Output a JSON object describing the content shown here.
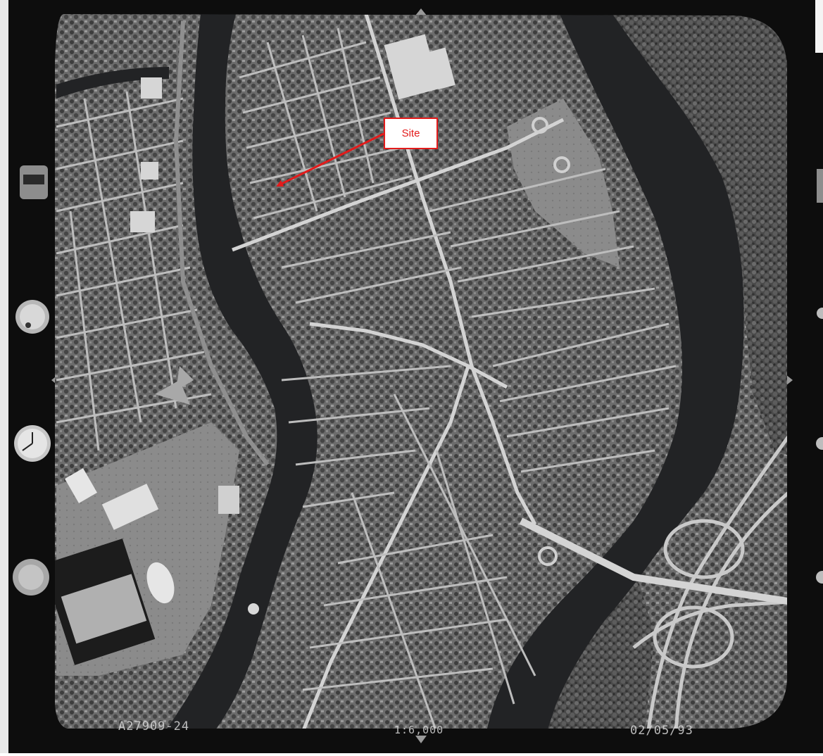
{
  "annotation": {
    "label": "Site",
    "color": "#e31b1b"
  },
  "photo_margin": {
    "frame_id": "A27909-24",
    "scale": "1:6,000",
    "date": "02/05/93"
  },
  "colors": {
    "film_border": "#0d0d0d",
    "river": "#222325",
    "urban": "#6f6f6f",
    "forest": "#4c4c4c",
    "roads": "#cfcfcf"
  }
}
